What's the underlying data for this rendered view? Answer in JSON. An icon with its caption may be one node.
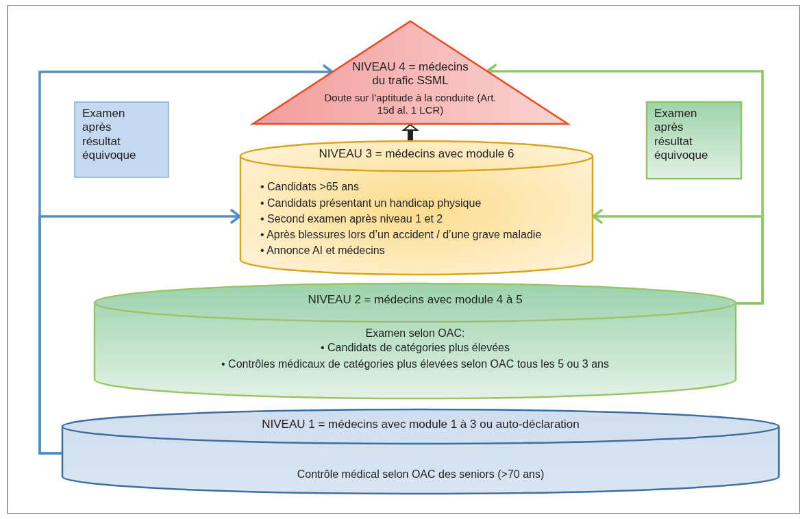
{
  "diagram": {
    "nodes": [
      {
        "text": [
          "NIVEAU 4 = médecins du trafic SSML",
          "Doute sur l’aptitude à la conduite (Art. 15d al. 1 LCR)"
        ]
      },
      {
        "text": [
          "Examen après résultat équivoque"
        ]
      },
      {
        "text": [
          "Examen après résultat équivoque"
        ]
      },
      {
        "text": [
          "NIVEAU 3 = médecins avec module 6",
          "• Candidats >65 ans",
          "• Candidats présentant un handicap physique",
          "• Second examen après niveau 1 et 2",
          "• Après blessures lors d’un accident / d’une grave maladie",
          "• Annonce AI et médecins"
        ]
      },
      {
        "text": [
          "NIVEAU 2 = médecins avec module 4 à 5",
          "Examen selon OAC:",
          "• Candidats de catégories plus élevées",
          "• Contrôles médicaux de catégories plus élevées selon OAC tous les 5 ou 3 ans"
        ]
      },
      {
        "text": [
          "NIVEAU 1 = médecins avec module 1 à 3 ou auto-déclaration",
          "Contrôle médical selon OAC des seniors (>70 ans)"
        ]
      }
    ],
    "edges": [
      {
        "from": 5,
        "to": 0,
        "arrow": "to",
        "color": "#4f8fc9"
      },
      {
        "from": 5,
        "to": 3,
        "arrow": "to",
        "color": "#4f8fc9"
      },
      {
        "from": 4,
        "to": 0,
        "arrow": "to",
        "color": "#8cc865"
      },
      {
        "from": 4,
        "to": 3,
        "arrow": "to",
        "color": "#8cc865"
      },
      {
        "from": 3,
        "to": 0,
        "arrow": "to",
        "style": "thick",
        "color": "#222222"
      }
    ]
  }
}
